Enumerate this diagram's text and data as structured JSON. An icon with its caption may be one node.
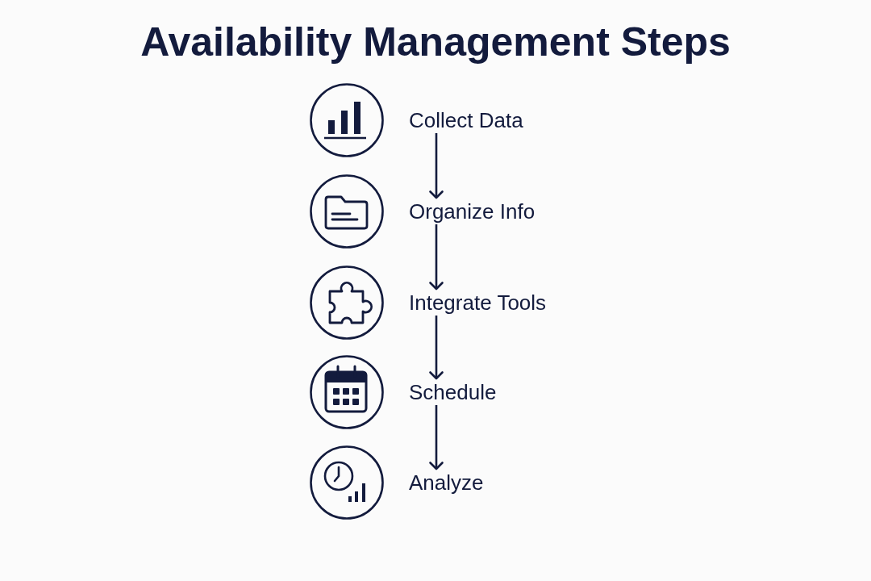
{
  "diagram": {
    "title": "Availability Management Steps",
    "nodes": [
      {
        "text": [
          "Collect Data"
        ]
      },
      {
        "text": [
          "Organize Info"
        ]
      },
      {
        "text": [
          "Integrate Tools"
        ]
      },
      {
        "text": [
          "Schedule"
        ]
      },
      {
        "text": [
          "Analyze"
        ]
      }
    ],
    "edges": [
      {
        "from": 0,
        "to": 1,
        "arrow": "to"
      },
      {
        "from": 1,
        "to": 2,
        "arrow": "to"
      },
      {
        "from": 2,
        "to": 3,
        "arrow": "to"
      },
      {
        "from": 3,
        "to": 4,
        "arrow": "to"
      }
    ]
  }
}
